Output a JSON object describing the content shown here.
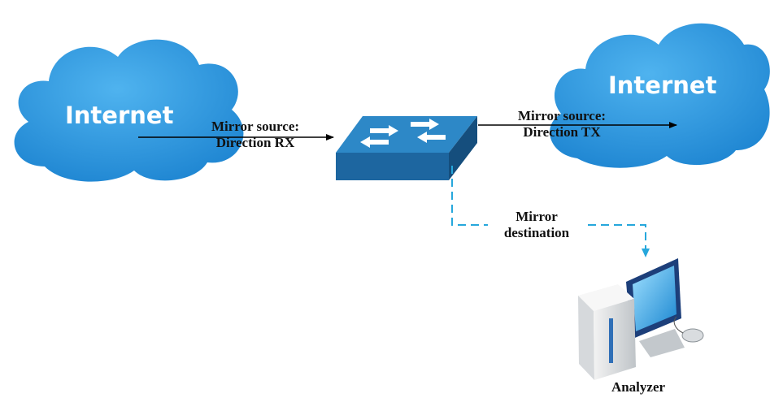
{
  "nodes": {
    "cloud_left": "Internet",
    "cloud_right": "Internet",
    "analyzer": "Analyzer"
  },
  "links": {
    "rx": {
      "line1": "Mirror source:",
      "line2": "Direction RX"
    },
    "tx": {
      "line1": "Mirror source:",
      "line2": "Direction TX"
    },
    "destination": {
      "line1": "Mirror",
      "line2": "destination"
    }
  },
  "colors": {
    "cloud": "#1f86d2",
    "cloud_highlight": "#4fb3ef",
    "switch_top": "#2d88c7",
    "switch_front": "#1d66a0",
    "switch_side": "#154e7d",
    "mirror_link": "#26a7dc",
    "arrow": "#000000"
  },
  "icons": [
    "cloud-icon",
    "switch-icon",
    "computer-icon"
  ]
}
